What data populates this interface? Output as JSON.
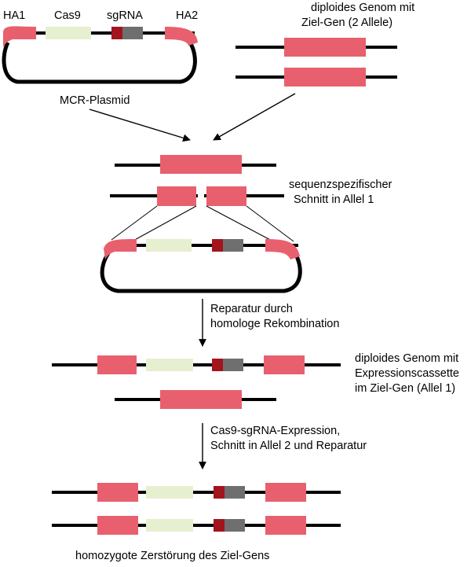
{
  "colors": {
    "homology": "#e8606e",
    "cas9": "#e6efcf",
    "sgrna_dark": "#a3141d",
    "sgrna_grey": "#6f6f6f",
    "dna": "#000000"
  },
  "labels": {
    "ha1": "HA1",
    "cas9": "Cas9",
    "sgrna": "sgRNA",
    "ha2": "HA2",
    "plasmid": "MCR-Plasmid",
    "genome_line1": "diploides Genom mit",
    "genome_line2": "Ziel-Gen (2 Allele)",
    "cut_line1": "sequenzspezifischer",
    "cut_line2": "Schnitt in Allel 1",
    "repair_line1": "Reparatur durch",
    "repair_line2": "homologe Rekombination",
    "cassette_line1": "diploides Genom mit",
    "cassette_line2": "Expressionscassette",
    "cassette_line3": "im Ziel-Gen (Allel 1)",
    "expr_line1": "Cas9-sgRNA-Expression,",
    "expr_line2": "Schnitt in Allel 2 und Reparatur",
    "result": "homozygote Zerstörung des Ziel-Gens"
  }
}
